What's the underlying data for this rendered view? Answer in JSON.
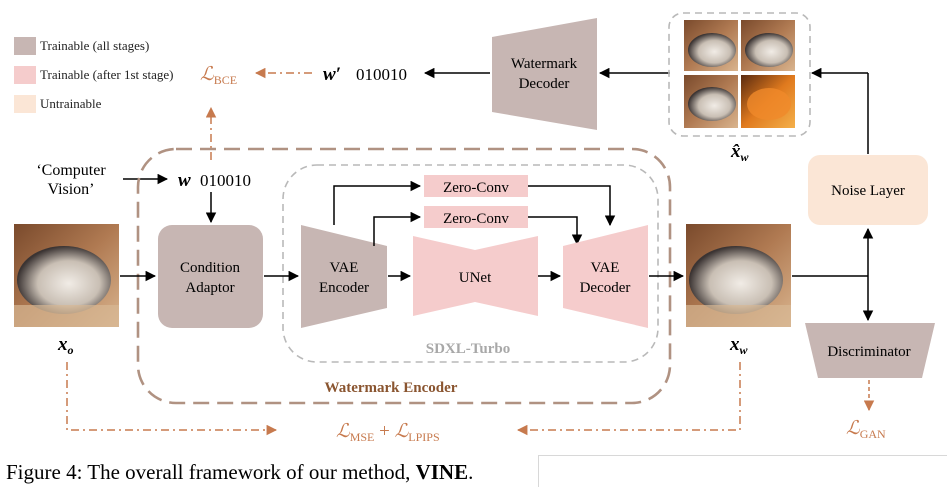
{
  "legend": {
    "trainable_all": "Trainable (all stages)",
    "trainable_after": "Trainable (after 1st stage)",
    "untrainable": "Untrainable"
  },
  "colors": {
    "trainable_all": "#c7b6b3",
    "trainable_after": "#f5cccc",
    "untrainable": "#fbe6d6",
    "loss_orange": "#c77a4e",
    "encoder_border": "#b09282",
    "sdxl_border": "#b9b9b9"
  },
  "labels": {
    "loss_bce": "ℒ",
    "loss_bce_sub": "BCE",
    "w_prime": "w′",
    "w_prime_bits": "010010",
    "watermark_decoder_1": "Watermark",
    "watermark_decoder_2": "Decoder",
    "x_hat_w": "x̂",
    "x_hat_w_sub": "w",
    "computer_vision_1": "‘Computer",
    "computer_vision_2": "Vision’",
    "w": "w",
    "w_bits": "010010",
    "condition_adaptor_1": "Condition",
    "condition_adaptor_2": "Adaptor",
    "vae_encoder_1": "VAE",
    "vae_encoder_2": "Encoder",
    "zero_conv_1": "Zero-Conv",
    "zero_conv_2": "Zero-Conv",
    "unet": "UNet",
    "vae_decoder_1": "VAE",
    "vae_decoder_2": "Decoder",
    "sdxl_turbo": "SDXL-Turbo",
    "watermark_encoder": "Watermark Encoder",
    "noise_layer": "Noise Layer",
    "discriminator": "Discriminator",
    "x_o": "x",
    "x_o_sub": "o",
    "x_w": "x",
    "x_w_sub": "w",
    "loss_mse_a": "ℒ",
    "loss_mse_a_sub": "MSE",
    "loss_plus": " + ",
    "loss_mse_b": "ℒ",
    "loss_mse_b_sub": "LPIPS",
    "loss_gan": "ℒ",
    "loss_gan_sub": "GAN"
  },
  "caption": {
    "prefix": "Figure 4: The overall framework of our method, ",
    "bold": "VINE",
    "suffix": "."
  }
}
